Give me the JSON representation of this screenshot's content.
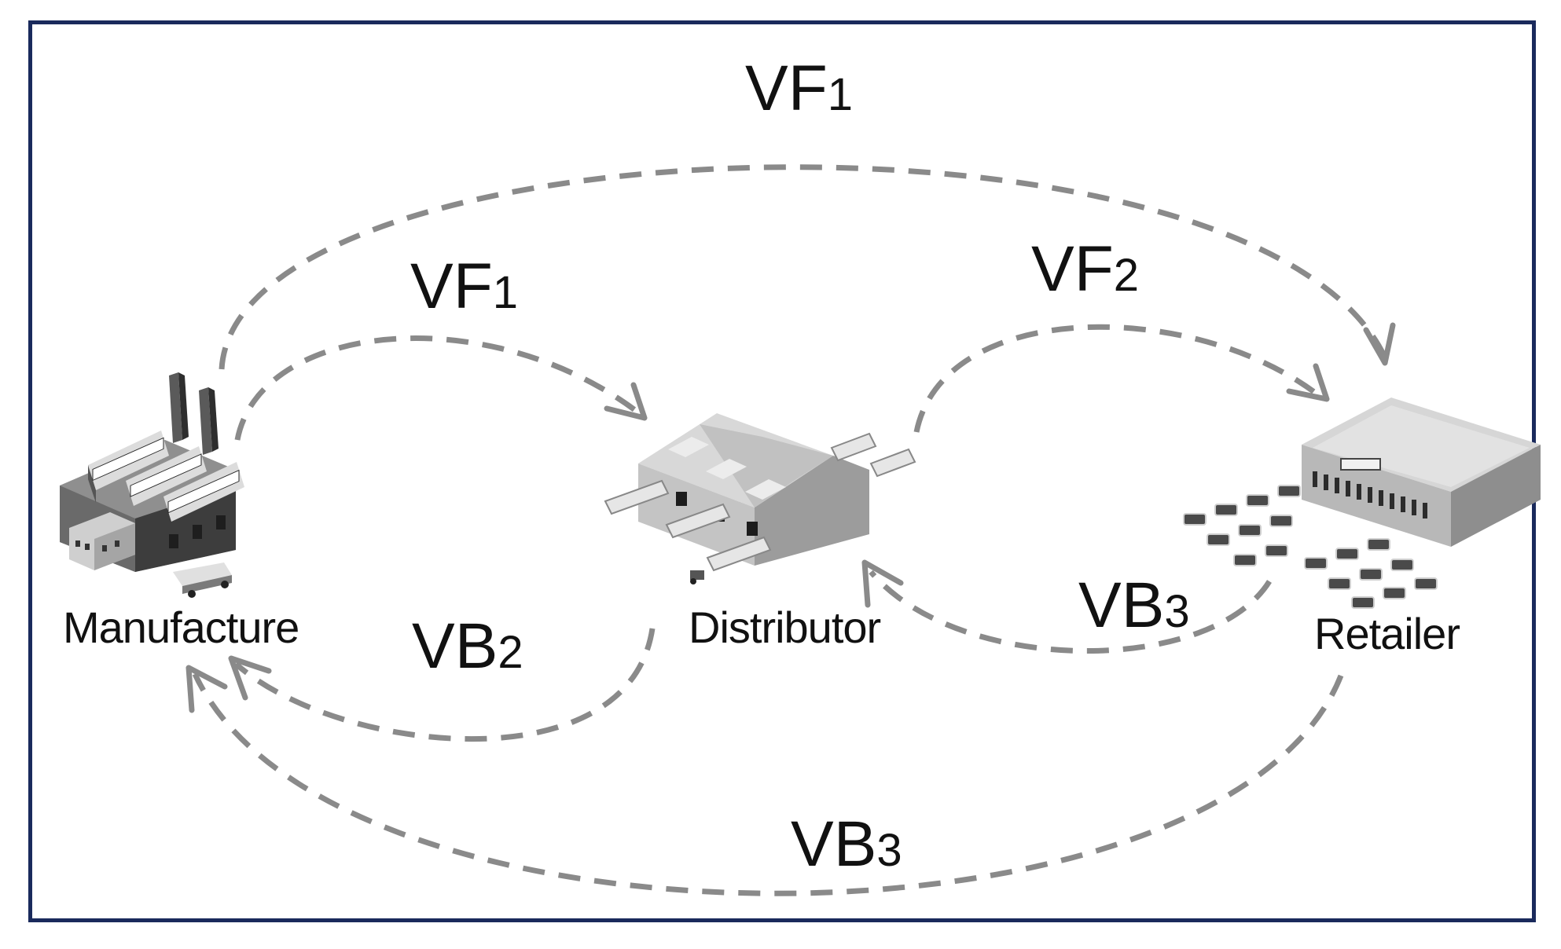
{
  "nodes": {
    "manufacture": {
      "label": "Manufacture",
      "icon": "factory-icon"
    },
    "distributor": {
      "label": "Distributor",
      "icon": "warehouse-icon"
    },
    "retailer": {
      "label": "Retailer",
      "icon": "store-icon"
    }
  },
  "edges": {
    "vf1_outer": {
      "main": "VF",
      "sub": "1"
    },
    "vf1_inner": {
      "main": "VF",
      "sub": "1"
    },
    "vf2": {
      "main": "VF",
      "sub": "2"
    },
    "vb2": {
      "main": "VB",
      "sub": "2"
    },
    "vb3_inner": {
      "main": "VB",
      "sub": "3"
    },
    "vb3_outer": {
      "main": "VB",
      "sub": "3"
    }
  },
  "colors": {
    "border": "#1a2a5c",
    "arrow": "#8a8a8a",
    "text": "#111111"
  }
}
